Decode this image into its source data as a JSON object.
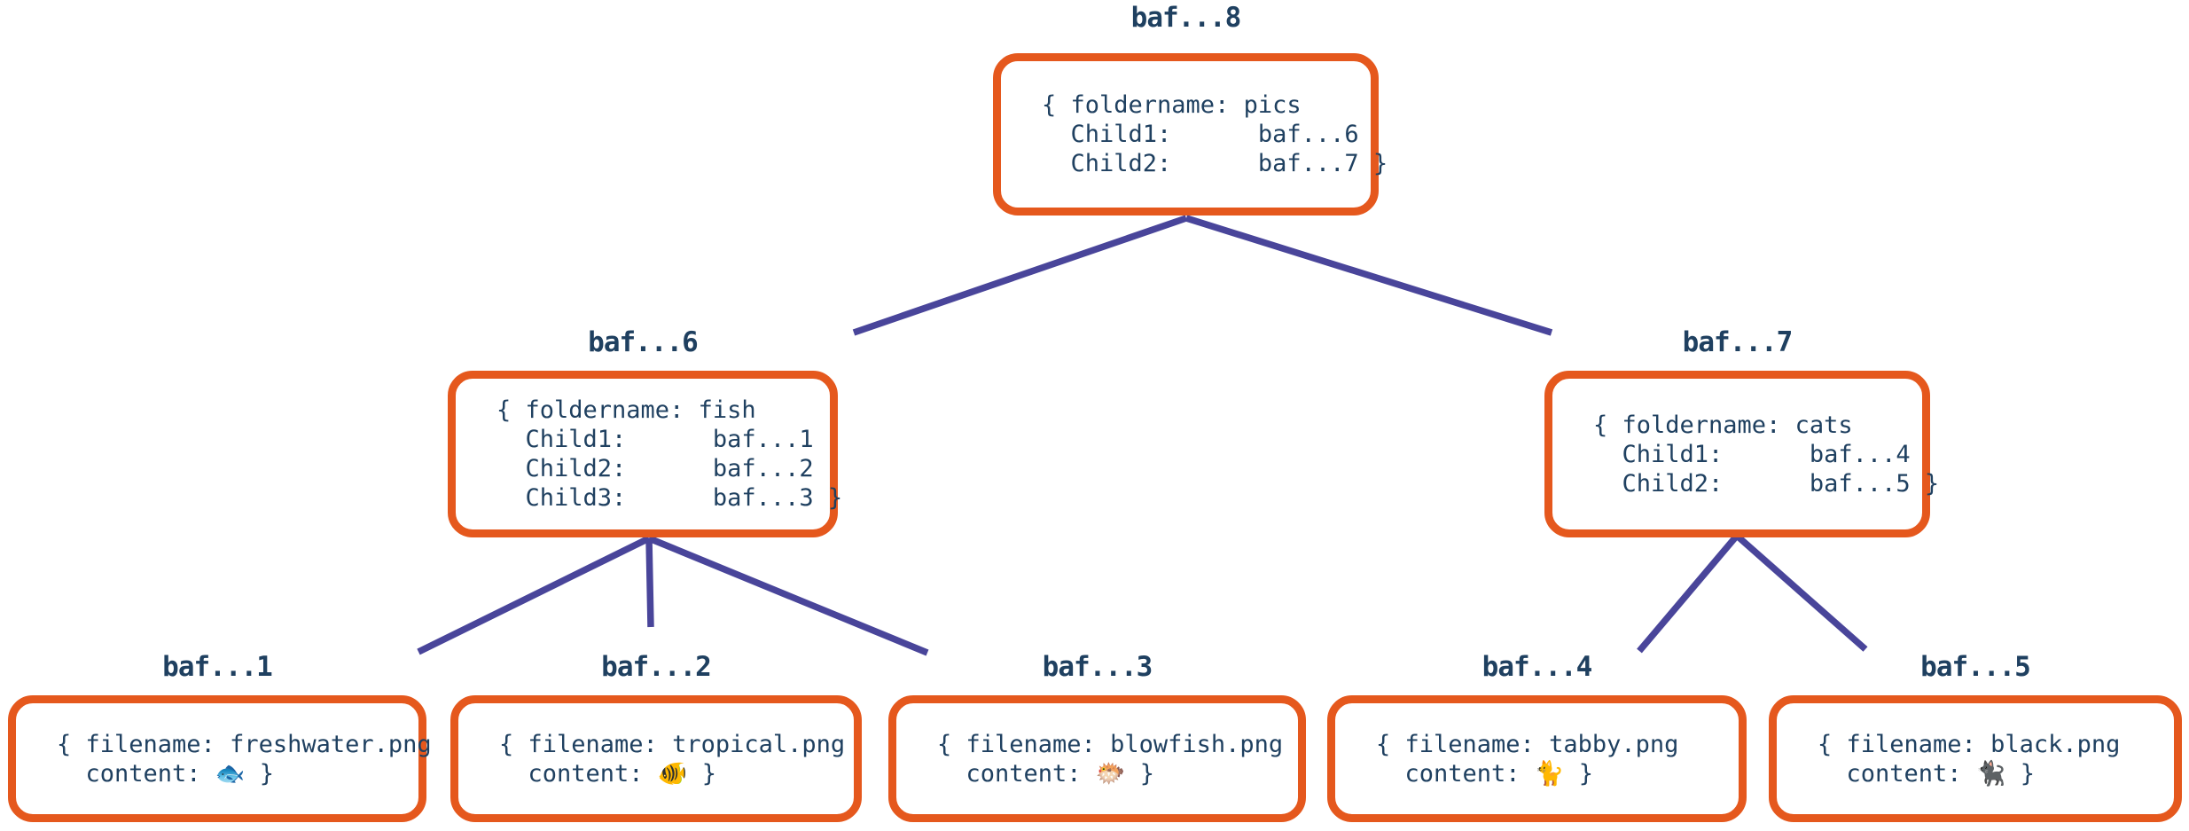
{
  "diagram_type": "merkle-dag-tree",
  "colors": {
    "accent_orange": "#E5581D",
    "edge_indigo": "#49459A",
    "text_navy": "#1F4060",
    "background": "#FFFFFF"
  },
  "nodes": [
    {
      "id": "baf...8",
      "label": "baf...8",
      "kind": "folder",
      "content": "{ foldername: pics\n  Child1:      baf...6\n  Child2:      baf...7 }"
    },
    {
      "id": "baf...6",
      "label": "baf...6",
      "kind": "folder",
      "content": "{ foldername: fish\n  Child1:      baf...1\n  Child2:      baf...2\n  Child3:      baf...3 }"
    },
    {
      "id": "baf...7",
      "label": "baf...7",
      "kind": "folder",
      "content": "{ foldername: cats\n  Child1:      baf...4\n  Child2:      baf...5 }"
    },
    {
      "id": "baf...1",
      "label": "baf...1",
      "kind": "file",
      "line1": "{ filename: freshwater.png",
      "line2_prefix": "  content: ",
      "emoji": "🐟",
      "emoji_name": "fish",
      "line2_suffix": " }"
    },
    {
      "id": "baf...2",
      "label": "baf...2",
      "kind": "file",
      "line1": "{ filename: tropical.png",
      "line2_prefix": "  content: ",
      "emoji": "🐠",
      "emoji_name": "tropical-fish",
      "line2_suffix": " }"
    },
    {
      "id": "baf...3",
      "label": "baf...3",
      "kind": "file",
      "line1": "{ filename: blowfish.png",
      "line2_prefix": "  content: ",
      "emoji": "🐡",
      "emoji_name": "blowfish",
      "line2_suffix": " }"
    },
    {
      "id": "baf...4",
      "label": "baf...4",
      "kind": "file",
      "line1": "{ filename: tabby.png",
      "line2_prefix": "  content: ",
      "emoji": "🐈",
      "emoji_name": "tabby-cat",
      "line2_suffix": " }"
    },
    {
      "id": "baf...5",
      "label": "baf...5",
      "kind": "file",
      "line1": "{ filename: black.png",
      "line2_prefix": "  content: ",
      "emoji": "🐈‍⬛",
      "emoji_name": "black-cat",
      "line2_suffix": " }"
    }
  ],
  "edges": [
    {
      "parent": "baf...8",
      "child": "baf...6"
    },
    {
      "parent": "baf...8",
      "child": "baf...7"
    },
    {
      "parent": "baf...6",
      "child": "baf...1"
    },
    {
      "parent": "baf...6",
      "child": "baf...2"
    },
    {
      "parent": "baf...6",
      "child": "baf...3"
    },
    {
      "parent": "baf...7",
      "child": "baf...4"
    },
    {
      "parent": "baf...7",
      "child": "baf...5"
    }
  ]
}
